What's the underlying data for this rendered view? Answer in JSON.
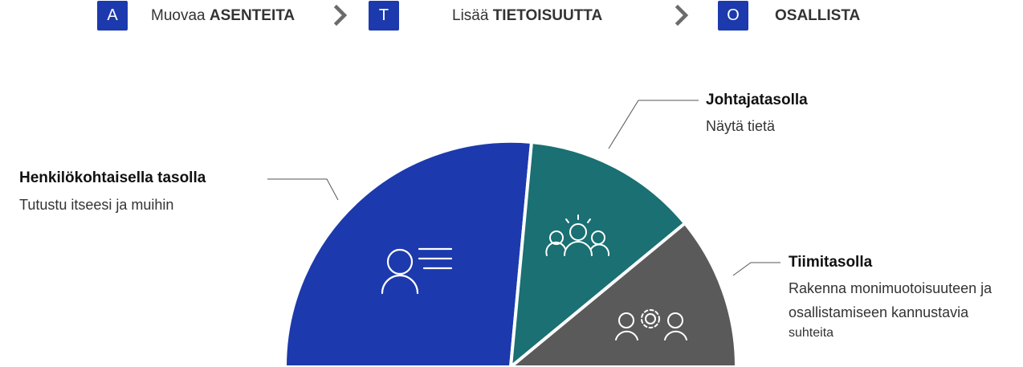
{
  "steps": [
    {
      "letter": "A",
      "text_prefix": "Muovaa ",
      "text_bold": "ASENTEITA"
    },
    {
      "letter": "T",
      "text_prefix": "Lisää ",
      "text_bold": "TIETOISUUTTA"
    },
    {
      "letter": "O",
      "text_prefix": "",
      "text_bold": "OSALLISTA"
    }
  ],
  "segments": {
    "personal": {
      "title": "Henkilökohtaisella tasolla",
      "desc": "Tutustu itseesi ja muihin",
      "color": "#1c3aad",
      "icon": "person-profile-icon"
    },
    "leader": {
      "title": "Johtajatasolla",
      "desc": "Näytä tietä",
      "color": "#1a7072",
      "icon": "group-spark-icon"
    },
    "team": {
      "title": "Tiimitasolla",
      "desc_line1": "Rakenna monimuotoisuuteen ja",
      "desc_line2": "osallistamiseen kannustavia",
      "desc_line3": "suhteita",
      "color": "#5a5a5a",
      "icon": "team-gear-icon"
    }
  },
  "colors": {
    "accent": "#1c3aad",
    "chevron": "#6b6b6b",
    "leader_line": "#555555"
  }
}
